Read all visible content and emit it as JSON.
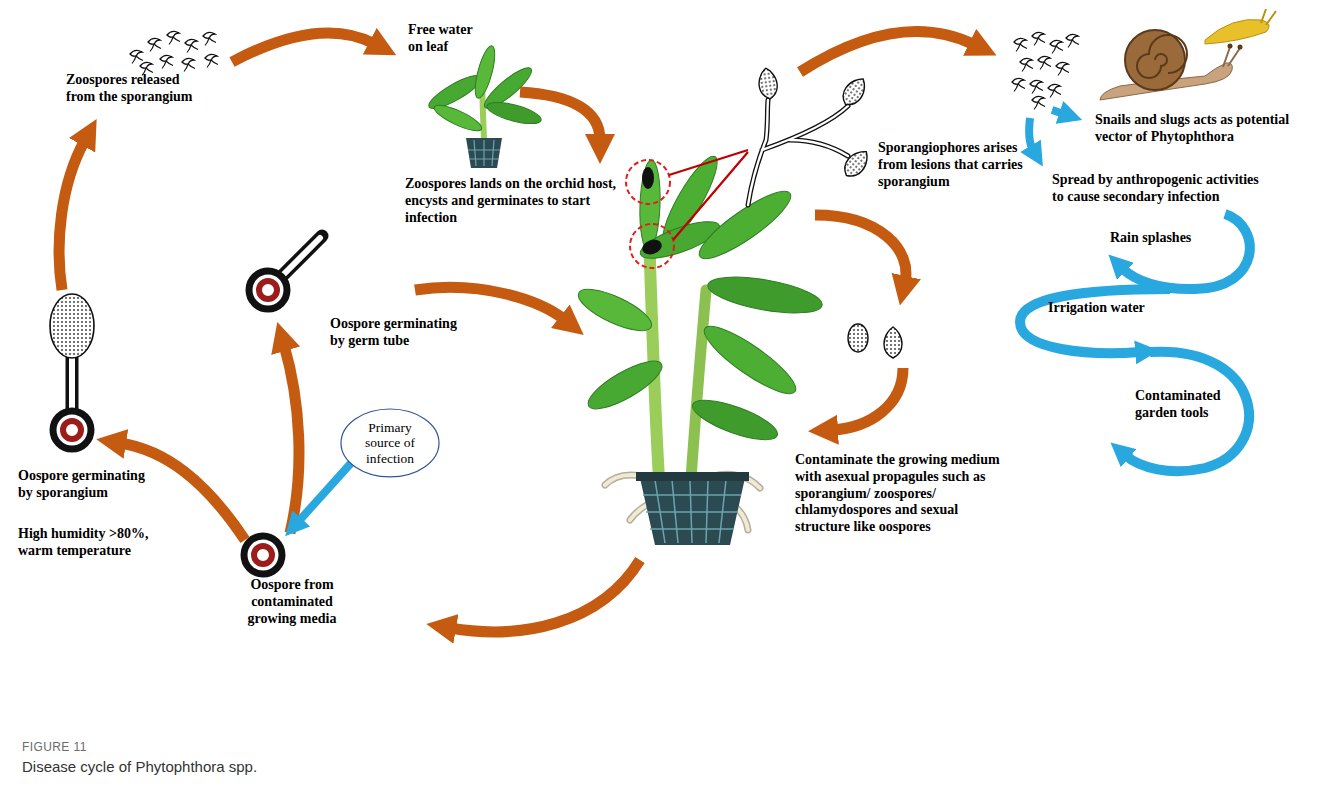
{
  "diagram": {
    "caption": "Disease cycle of Phytophthora spp.",
    "nodes": [
      {
        "text": [
          "Primary source of infection"
        ]
      }
    ],
    "labels": [
      "Free water on leaf",
      "Zoospores released from the sporangium",
      "Zoospores lands on the orchid host, encysts and germinates to start infection",
      "Sporangiophores arises from lesions that carries sporangium",
      "Snails and slugs acts as potential vector of Phytophthora",
      "Spread by anthropogenic activities to cause secondary infection",
      "Rain splashes",
      "Irrigation water",
      "Oospore germinating by germ tube",
      "Contaminated garden tools",
      "Oospore germinating by sporangium",
      "Contaminate the growing medium with asexual propagules such as sporangium/ zoospores/ chlamydospores and sexual structure like oospores",
      "High humidity >80%, warm temperature",
      "Oospore from contaminated growing media",
      "FIGURE 11"
    ]
  }
}
